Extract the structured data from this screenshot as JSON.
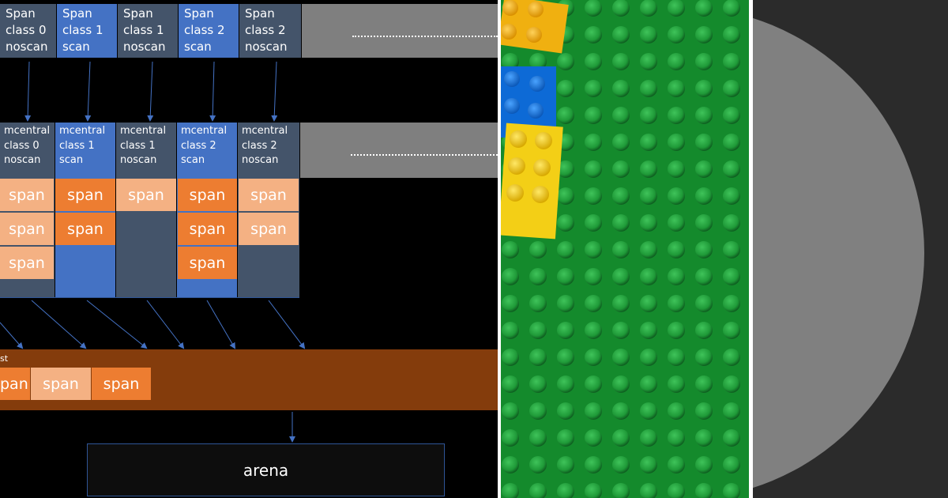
{
  "mcache": {
    "cells": [
      {
        "text": "Span\nclass 0\nnoscan",
        "kind": "noscan"
      },
      {
        "text": "Span\nclass 1\nscan",
        "kind": "scan"
      },
      {
        "text": "Span\nclass 1\nnoscan",
        "kind": "noscan"
      },
      {
        "text": "Span\nclass 2\nscan",
        "kind": "scan"
      },
      {
        "text": "Span\nclass 2\nnoscan",
        "kind": "noscan"
      }
    ],
    "ellipsis": "……………………"
  },
  "mcentral": {
    "cells": [
      {
        "text": "mcentral\nclass 0\nnoscan",
        "kind": "noscan"
      },
      {
        "text": "mcentral\nclass 1\nscan",
        "kind": "scan"
      },
      {
        "text": "mcentral\nclass 1\nnoscan",
        "kind": "noscan"
      },
      {
        "text": "mcentral\nclass 2\nscan",
        "kind": "scan"
      },
      {
        "text": "mcentral\nclass 2\nnoscan",
        "kind": "noscan"
      }
    ]
  },
  "span_label": "span",
  "heap_list_label": "st",
  "heap_spans": [
    "pan",
    "span",
    "span"
  ],
  "arena_label": "arena",
  "colors": {
    "noscan": "#44546a",
    "scan": "#4472c4",
    "span_light": "#f4b183",
    "span_dark": "#ed7d31",
    "heap_bar": "#843c0c",
    "gray_bar": "#7f7f7f",
    "lego_green": "#1a8a2e",
    "circle_gray": "#808080"
  }
}
